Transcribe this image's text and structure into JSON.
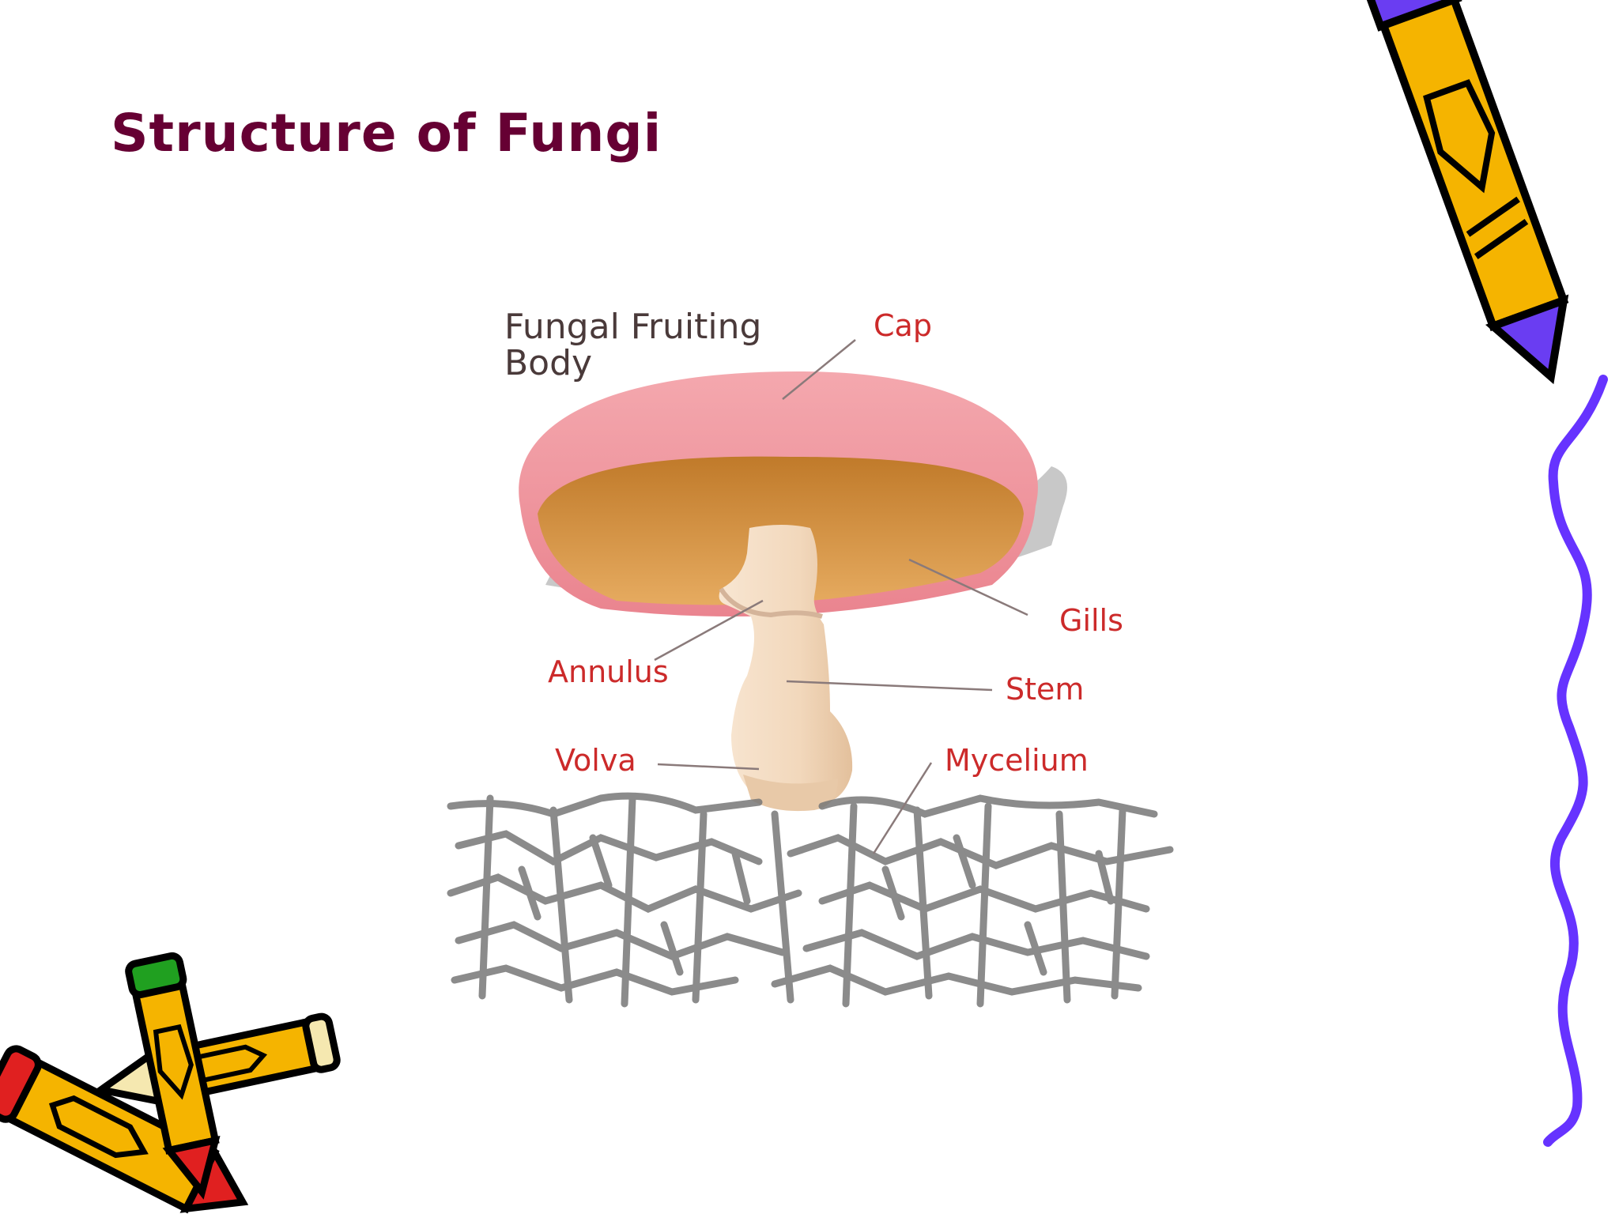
{
  "slide": {
    "title": "Structure of Fungi",
    "title_color": "#660033"
  },
  "diagram": {
    "heading_line1": "Fungal Fruiting",
    "heading_line2": "Body",
    "heading_color": "#4a3a3a",
    "label_color": "#cc2a2a",
    "labels": {
      "cap": "Cap",
      "gills": "Gills",
      "annulus": "Annulus",
      "stem": "Stem",
      "volva": "Volva",
      "mycelium": "Mycelium"
    },
    "colors": {
      "cap": "#ee8f98",
      "gills": "#d08a3a",
      "stem": "#f4dcc2",
      "mycelium": "#7a7a7a"
    }
  },
  "decorations": {
    "pencil_icon_colors": [
      "#f5b400",
      "#6a3df2",
      "#e02020",
      "#20a020",
      "#000000"
    ],
    "squiggle_color": "#6633ff"
  }
}
